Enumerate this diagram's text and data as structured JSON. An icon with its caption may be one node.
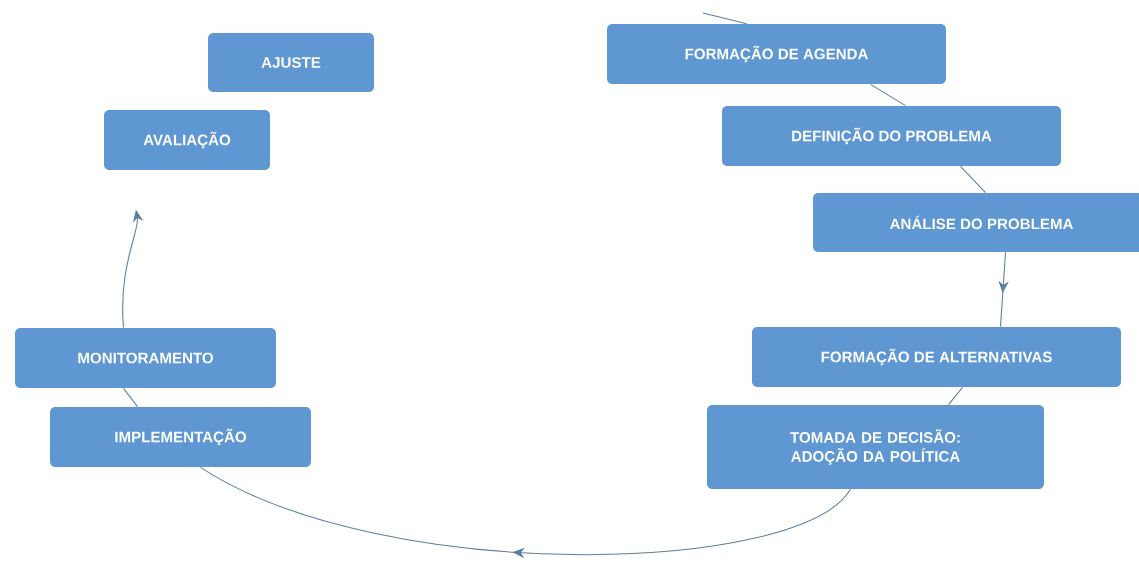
{
  "diagram": {
    "nodes": [
      {
        "text": [
          "AJUSTE"
        ]
      },
      {
        "text": [
          "AVALIAÇÃO"
        ]
      },
      {
        "text": [
          "FORMAÇÃO DE AGENDA"
        ]
      },
      {
        "text": [
          "DEFINIÇÃO DO PROBLEMA"
        ]
      },
      {
        "text": [
          "ANÁLISE DO PROBLEMA"
        ]
      },
      {
        "text": [
          "FORMAÇÃO DE ALTERNATIVAS"
        ]
      },
      {
        "text": [
          "TOMADA DE DECISÃO: ADOÇÃO DA POLÍTICA"
        ]
      },
      {
        "text": [
          "MONITORAMENTO"
        ]
      },
      {
        "text": [
          "IMPLEMENTAÇÃO"
        ]
      }
    ],
    "edges": [
      {
        "from": null,
        "to": 2,
        "arrow": "none"
      },
      {
        "from": 2,
        "to": 3,
        "arrow": "none"
      },
      {
        "from": 3,
        "to": 4,
        "arrow": "none"
      },
      {
        "from": 4,
        "to": 5,
        "arrow": "to"
      },
      {
        "from": 5,
        "to": 6,
        "arrow": "none"
      },
      {
        "from": 6,
        "to": 8,
        "arrow": "to"
      },
      {
        "from": 8,
        "to": 7,
        "arrow": "none"
      },
      {
        "from": 7,
        "to": 1,
        "arrow": "to"
      }
    ]
  }
}
